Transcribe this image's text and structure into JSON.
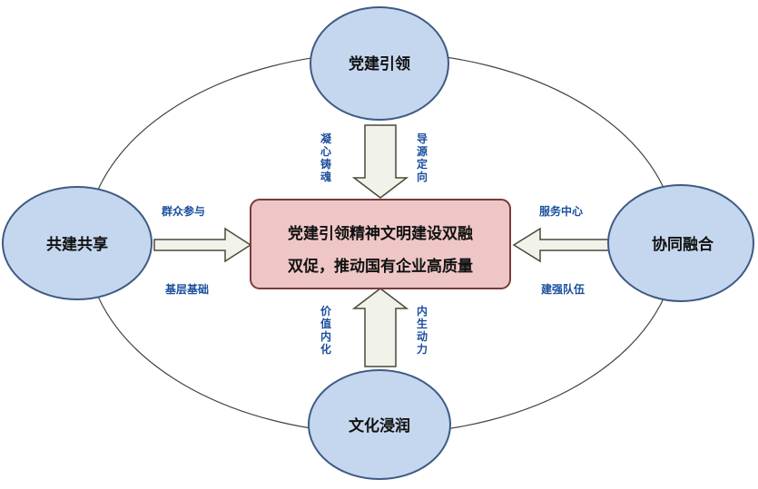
{
  "nodes": {
    "top": "党建引领",
    "left": "共建共享",
    "right": "协同融合",
    "bottom": "文化浸润"
  },
  "center": {
    "line1": "党建引领精神文明建设双融",
    "line2": "双促，推动国有企业高质量"
  },
  "arrow_labels": {
    "top_left": "凝心铸魂",
    "top_right": "导源定向",
    "left_top": "群众参与",
    "left_bottom": "基层基础",
    "right_top": "服务中心",
    "right_bottom": "建强队伍",
    "bottom_left": "价值内化",
    "bottom_right": "内生动力"
  },
  "colors": {
    "node_fill": "#c5d7ee",
    "node_stroke": "#3e5a85",
    "center_fill": "#efc6c6",
    "center_stroke": "#7a3b3b",
    "arrow_fill": "#f1f2e9",
    "arrow_stroke": "#4a4a3a",
    "label_text": "#1a4f9e"
  }
}
